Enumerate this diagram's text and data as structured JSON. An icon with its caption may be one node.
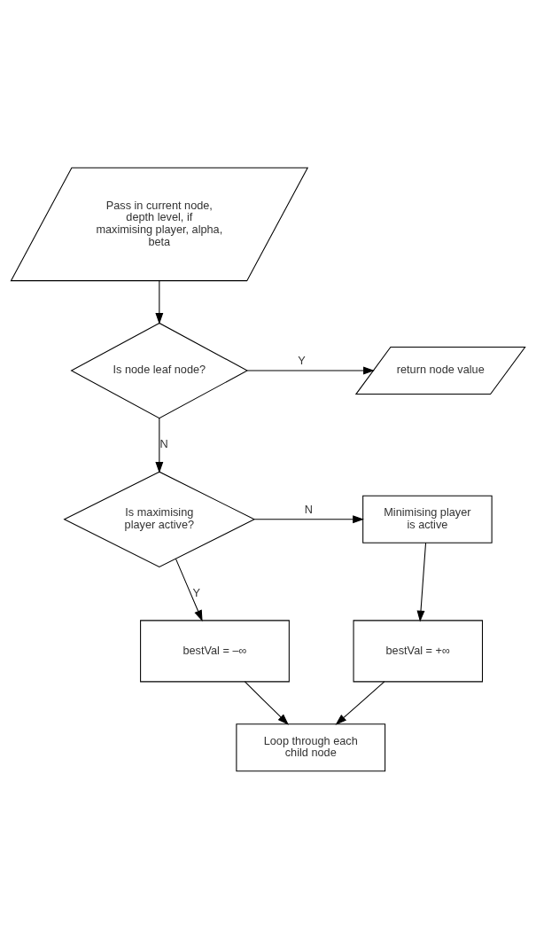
{
  "diagram": {
    "nodes": [
      {
        "text": [
          "Pass in current node, depth level, if maximising player, alpha, beta"
        ]
      },
      {
        "text": [
          "Is node leaf node?"
        ]
      },
      {
        "text": [
          "return node value"
        ]
      },
      {
        "text": [
          "Is maximising player active?"
        ]
      },
      {
        "text": [
          "Minimising player is active"
        ]
      },
      {
        "text": [
          "bestVal = –∞"
        ]
      },
      {
        "text": [
          "bestVal = +∞"
        ]
      },
      {
        "text": [
          "Loop through each child node"
        ]
      }
    ],
    "edges": [
      {
        "from": 0,
        "to": 1,
        "arrow": "to"
      },
      {
        "from": 1,
        "to": 2,
        "arrow": "to",
        "label": "Y"
      },
      {
        "from": 1,
        "to": 3,
        "arrow": "to",
        "label": "N"
      },
      {
        "from": 3,
        "to": 4,
        "arrow": "to",
        "label": "N"
      },
      {
        "from": 3,
        "to": 5,
        "arrow": "to",
        "label": "Y"
      },
      {
        "from": 4,
        "to": 6,
        "arrow": "to"
      },
      {
        "from": 5,
        "to": 7,
        "arrow": "to"
      },
      {
        "from": 6,
        "to": 7,
        "arrow": "to"
      }
    ]
  }
}
